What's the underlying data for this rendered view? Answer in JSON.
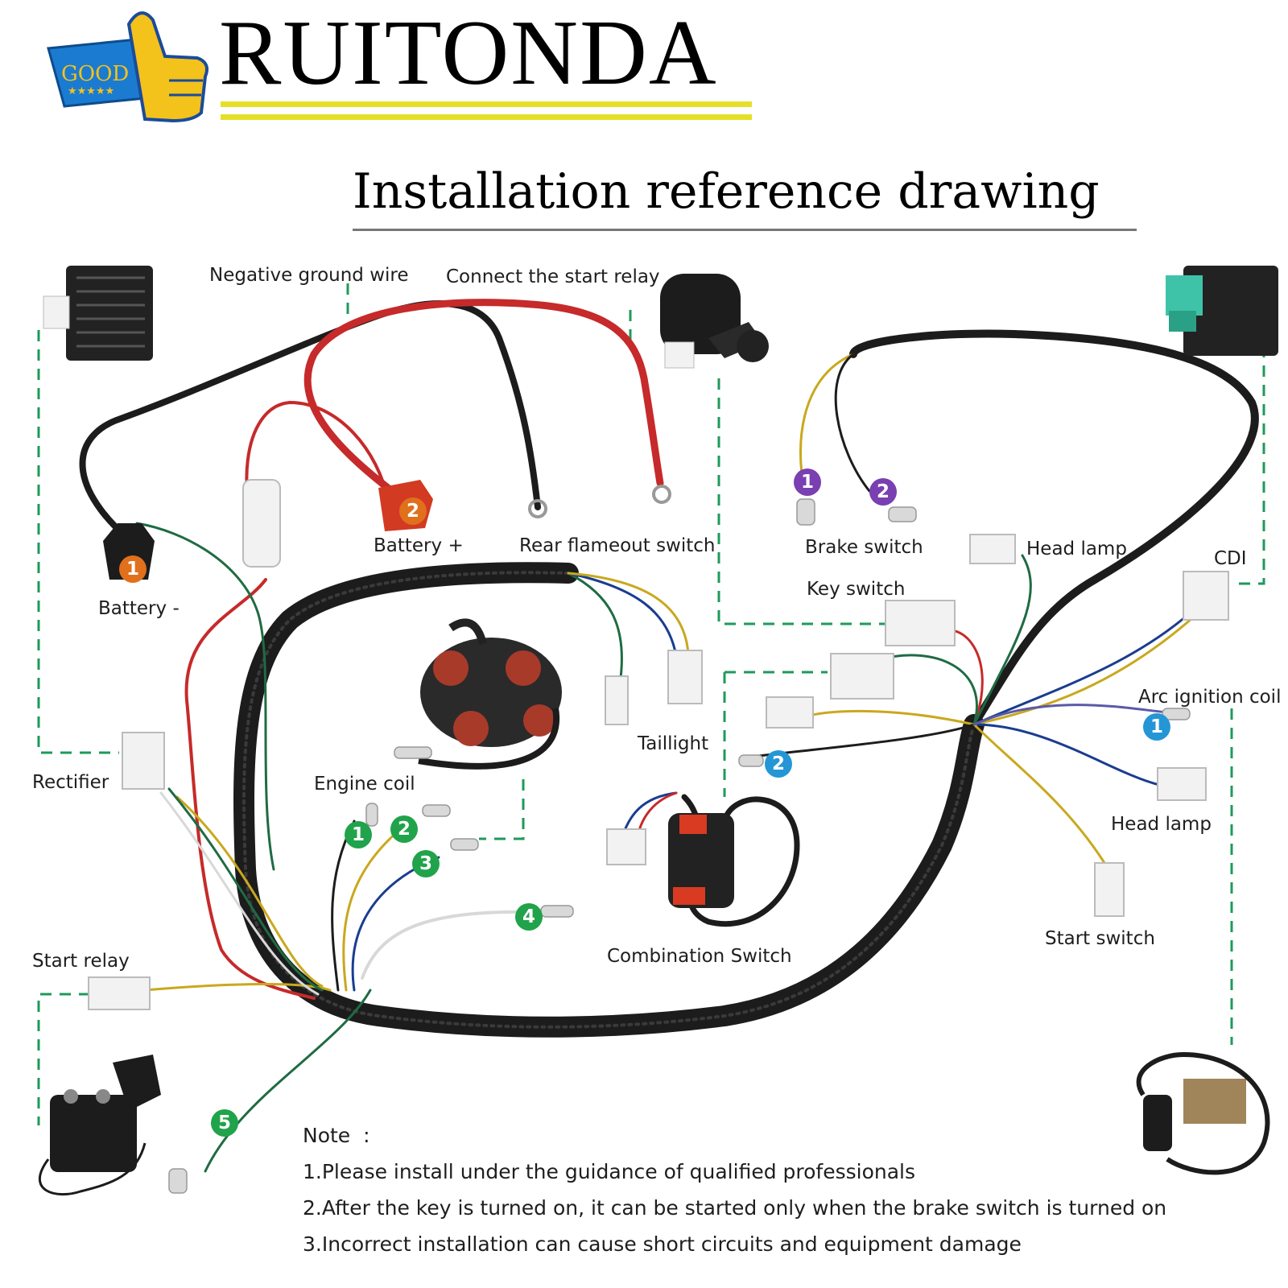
{
  "brand": {
    "logo_text": "GOOD",
    "name": "RUITONDA",
    "underline_color": "#e4e02a"
  },
  "title": "Installation reference drawing",
  "labels": {
    "negative_ground_wire": "Negative ground wire",
    "connect_start_relay": "Connect the start relay",
    "battery_minus": "Battery -",
    "battery_plus": "Battery +",
    "rear_flameout_switch": "Rear flameout switch",
    "brake_switch": "Brake switch",
    "head_lamp_top": "Head lamp",
    "cdi": "CDI",
    "key_switch": "Key switch",
    "arc_ignition_coil": "Arc ignition coil",
    "taillight": "Taillight",
    "rectifier": "Rectifier",
    "engine_coil": "Engine coil",
    "head_lamp_bottom": "Head lamp",
    "combination_switch": "Combination Switch",
    "start_switch": "Start switch",
    "start_relay": "Start relay"
  },
  "badges": {
    "battery_minus": "1",
    "battery_plus": "2",
    "brake_1": "1",
    "brake_2": "2",
    "arc_1": "1",
    "arc_2": "2",
    "coil_1": "1",
    "coil_2": "2",
    "coil_3": "3",
    "coil_4": "4",
    "coil_5": "5"
  },
  "notes": {
    "heading": "Note  :",
    "items": [
      "1.Please install under the guidance of qualified professionals",
      "2.After the key is turned on, it can be started only when the brake switch is turned on",
      "3.Incorrect installation can cause short circuits and equipment damage"
    ]
  },
  "colors": {
    "harness": "#1c1c1c",
    "red_wire": "#c62a2a",
    "green_wire": "#1f6b43",
    "dash_line": "#1e9a5a",
    "connector": "#f2f2f2"
  }
}
